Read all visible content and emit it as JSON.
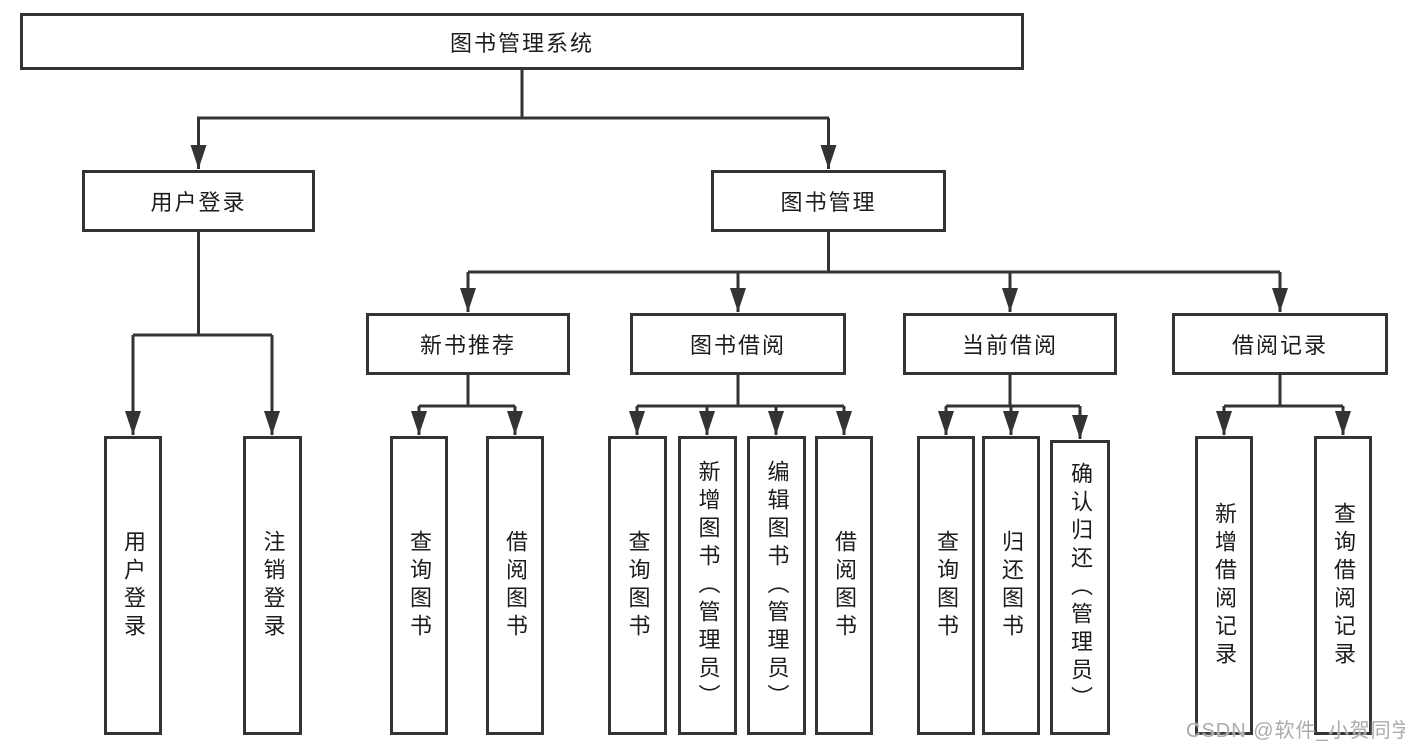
{
  "tree": {
    "root": "图书管理系统",
    "branches": {
      "user_login": {
        "label": "用户登录",
        "children": [
          "用户登录",
          "注销登录"
        ]
      },
      "book_management": {
        "label": "图书管理",
        "sections": {
          "new_book_recommend": {
            "label": "新书推荐",
            "children": [
              "查询图书",
              "借阅图书"
            ]
          },
          "book_borrow": {
            "label": "图书借阅",
            "children": [
              "查询图书",
              "新增图书（管理员）",
              "编辑图书（管理员）",
              "借阅图书"
            ]
          },
          "current_borrow": {
            "label": "当前借阅",
            "children": [
              "查询图书",
              "归还图书",
              "确认归还（管理员）"
            ]
          },
          "borrow_record": {
            "label": "借阅记录",
            "children": [
              "新增借阅记录",
              "查询借阅记录"
            ]
          }
        }
      }
    }
  },
  "colors": {
    "line": "#333333",
    "text": "#1c1c1c",
    "watermark": "#ababab"
  },
  "watermark": "CSDN @软件_小贺同学"
}
